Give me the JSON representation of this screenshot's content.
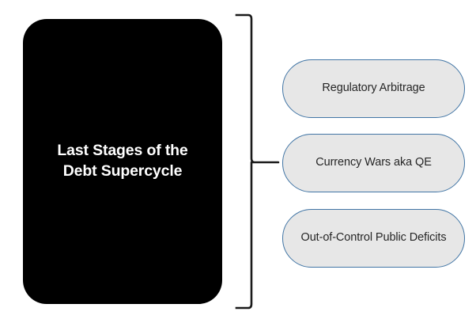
{
  "diagram": {
    "type": "bracket-list",
    "colors": {
      "main_block_fill": "#000000",
      "main_block_text": "#ffffff",
      "pill_fill": "#e7e7e7",
      "pill_border": "#4175a5",
      "pill_text": "#262626",
      "bracket": "#1a1a1a",
      "background": "#ffffff"
    },
    "main_block": {
      "label": "Last Stages of the\nDebt Supercycle"
    },
    "bracket": {
      "name": "curly-bracket-connector"
    },
    "items": [
      {
        "label": "Regulatory Arbitrage"
      },
      {
        "label": "Currency Wars aka QE"
      },
      {
        "label": "Out-of-Control Public Deficits"
      }
    ]
  }
}
